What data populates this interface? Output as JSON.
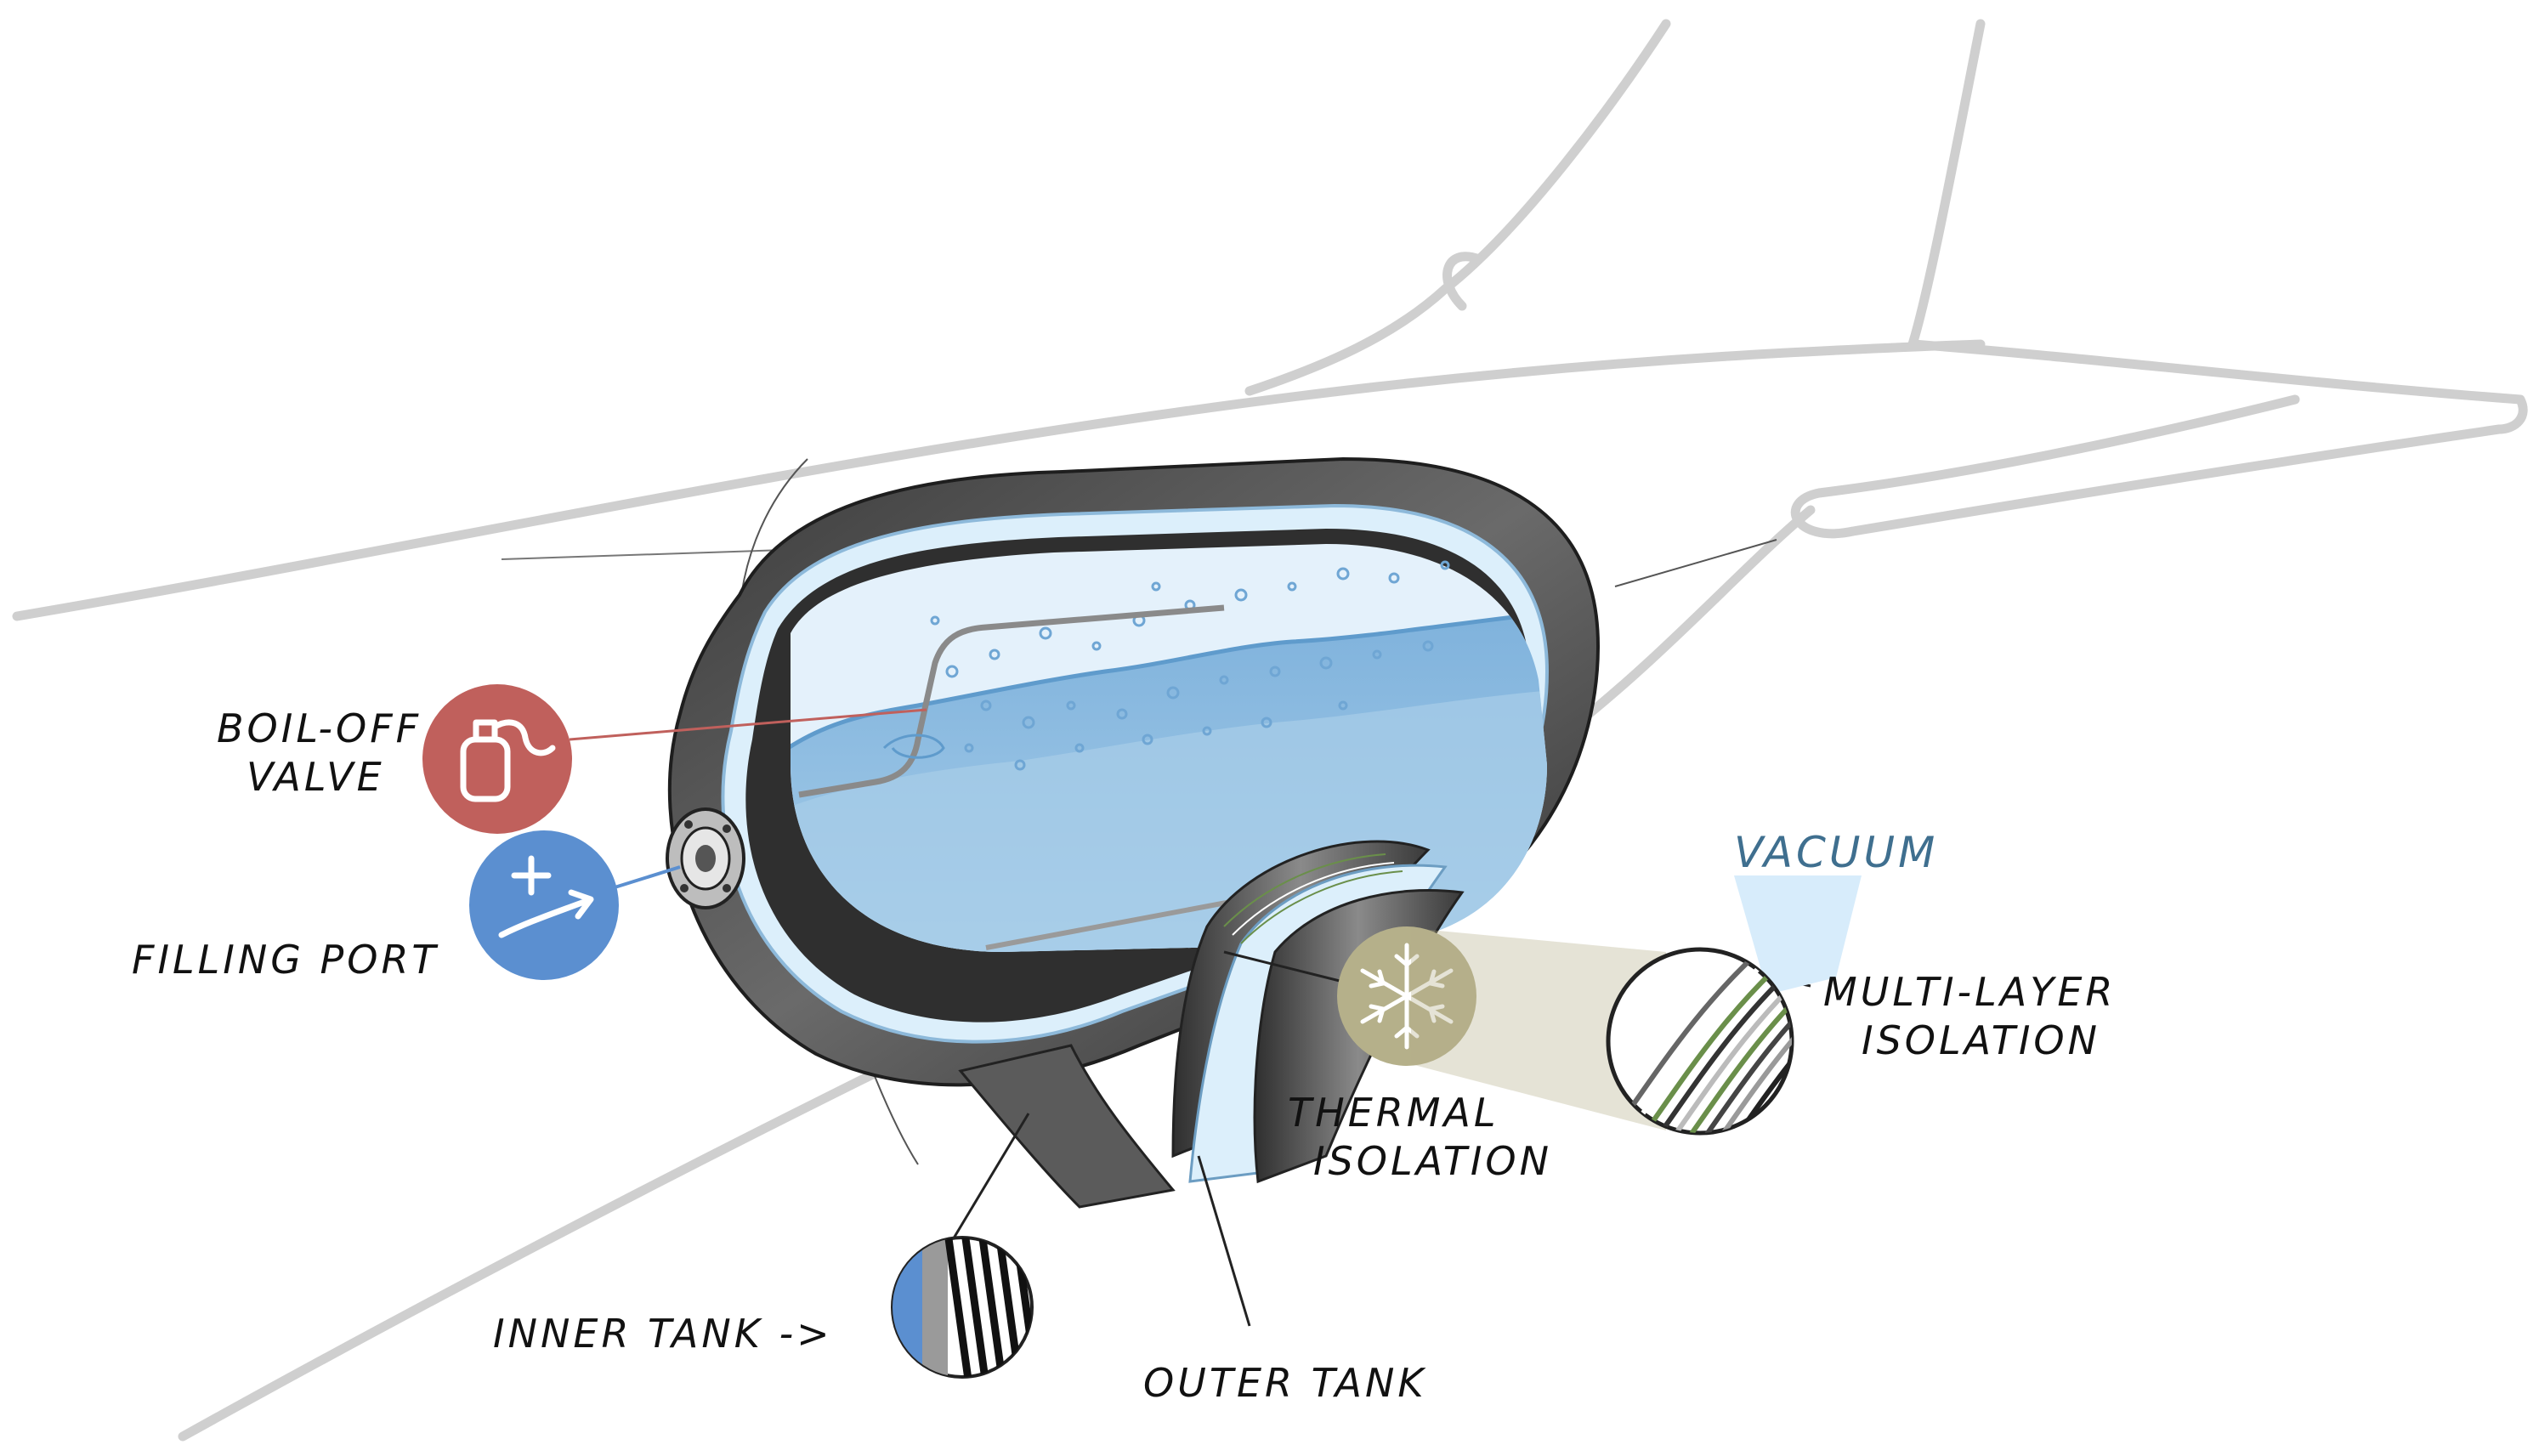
{
  "labels": {
    "boil_off_line1": "BOIL-OFF",
    "boil_off_line2": "VALVE",
    "filling_port": "FILLING PORT",
    "vacuum": "VACUUM",
    "multi_layer_line1": "MULTI-LAYER",
    "multi_layer_line2": "ISOLATION",
    "thermal_line1": "THERMAL",
    "thermal_line2": "ISOLATION",
    "inner_tank": "INNER TANK ->",
    "outer_tank": "OUTER TANK"
  },
  "icons": {
    "boil_off": "gas-cylinder-icon",
    "filling_port": "plus-arrow-icon",
    "thermal": "snowflake-icon"
  },
  "colors": {
    "boil_off_badge": "#c0605c",
    "filling_badge": "#5b8fd0",
    "thermal_badge": "#b5b08a",
    "hydrogen_liquid": "#8fbde0",
    "hydrogen_gas": "#cfe6f7",
    "tank_outer": "#4a4a4a",
    "aircraft_outline": "#cccccc",
    "vacuum": "#d7ecfb"
  }
}
